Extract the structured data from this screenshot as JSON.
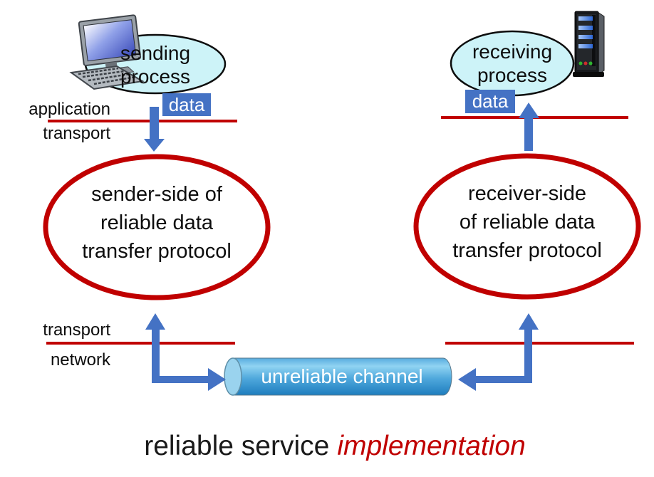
{
  "caption": {
    "normal": "reliable service",
    "emphasis": "implementation"
  },
  "sender_side": {
    "host_icon": "desktop-computer-icon",
    "process_line1": "sending",
    "process_line2": "process",
    "data_label": "data",
    "layer_upper": "application",
    "layer_lower": "transport",
    "protocol_line1": "sender-side of",
    "protocol_line2": "reliable data",
    "protocol_line3": "transfer protocol"
  },
  "receiver_side": {
    "host_icon": "server-icon",
    "process_line1": "receiving",
    "process_line2": "process",
    "data_label": "data",
    "protocol_line1": "receiver-side",
    "protocol_line2": "of reliable data",
    "protocol_line3": "transfer protocol"
  },
  "lower_boundary": {
    "layer_upper": "transport",
    "layer_lower": "network"
  },
  "channel": {
    "label": "unreliable channel"
  },
  "colors": {
    "boundary_red": "#c00000",
    "protocol_ellipse_red": "#c00000",
    "arrow_blue": "#4472c4",
    "data_chip_blue": "#4472c4",
    "process_ellipse_fill": "#cdf3f8",
    "channel_blue": "#2e93cc",
    "caption_emphasis_red": "#c00000"
  }
}
